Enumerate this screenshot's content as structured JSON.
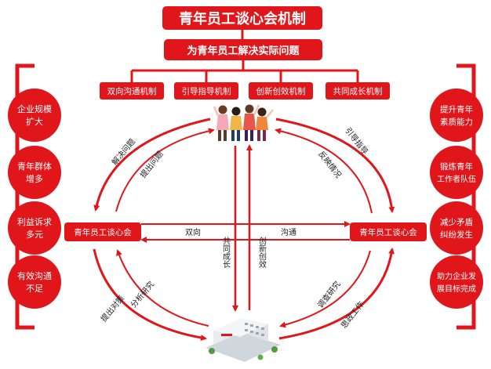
{
  "title": "青年员工谈心会机制",
  "subtitle": "为青年员工解决实际问题",
  "mechanisms": [
    "双向沟通机制",
    "引导指导机制",
    "创新创效机制",
    "共同成长机制"
  ],
  "left_sidebar": [
    [
      "企业规模",
      "扩大"
    ],
    [
      "青年群体",
      "增多"
    ],
    [
      "利益诉求",
      "多元"
    ],
    [
      "有效沟通",
      "不足"
    ]
  ],
  "right_sidebar": [
    [
      "提升青年",
      "素质能力"
    ],
    [
      "锻炼青年",
      "工作者队伍"
    ],
    [
      "减少矛盾",
      "纠纷发生"
    ],
    [
      "助力企业发",
      "展目标完成"
    ]
  ],
  "nodes": {
    "left": "青年员工谈心会",
    "right": "青年员工谈心会"
  },
  "flow_labels": {
    "solve_problem": "解决问题",
    "raise_problem": "提出问题",
    "guide": "引导指导",
    "feedback": "反映情况",
    "two_way": "双向",
    "communication": "沟通",
    "grow_together": "共同成长",
    "innovate": "创新创效",
    "analyze": "分析研究",
    "propose": "提出对策",
    "research": "调查研究",
    "thought_work": "思政工作"
  },
  "colors": {
    "red": "#e0161b",
    "dark_red": "#c8101a",
    "white": "#ffffff"
  },
  "icons": {
    "people": "youth-group-illustration-icon",
    "building": "company-building-illustration-icon"
  }
}
